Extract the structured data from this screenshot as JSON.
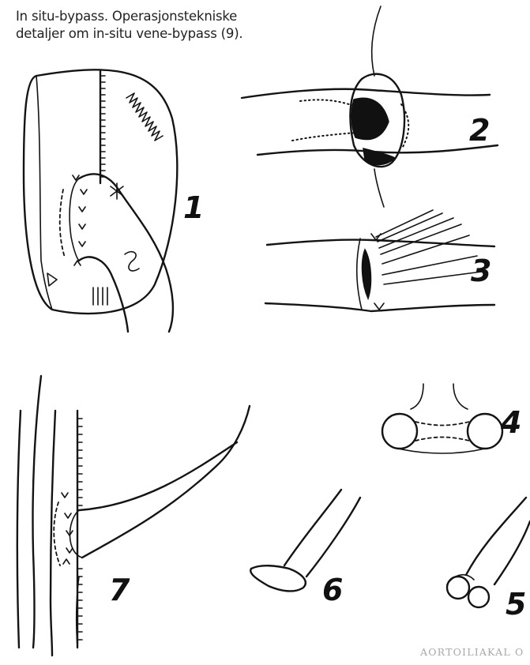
{
  "caption": {
    "line1": "In situ-bypass. Operasjonstekniske",
    "line2": "detaljer om in-situ vene-bypass (9)."
  },
  "figure_numbers": {
    "n1": "1",
    "n2": "2",
    "n3": "3",
    "n4": "4",
    "n5": "5",
    "n6": "6",
    "n7": "7"
  },
  "footer": {
    "running_head": "AORTOILIAKAL O"
  }
}
